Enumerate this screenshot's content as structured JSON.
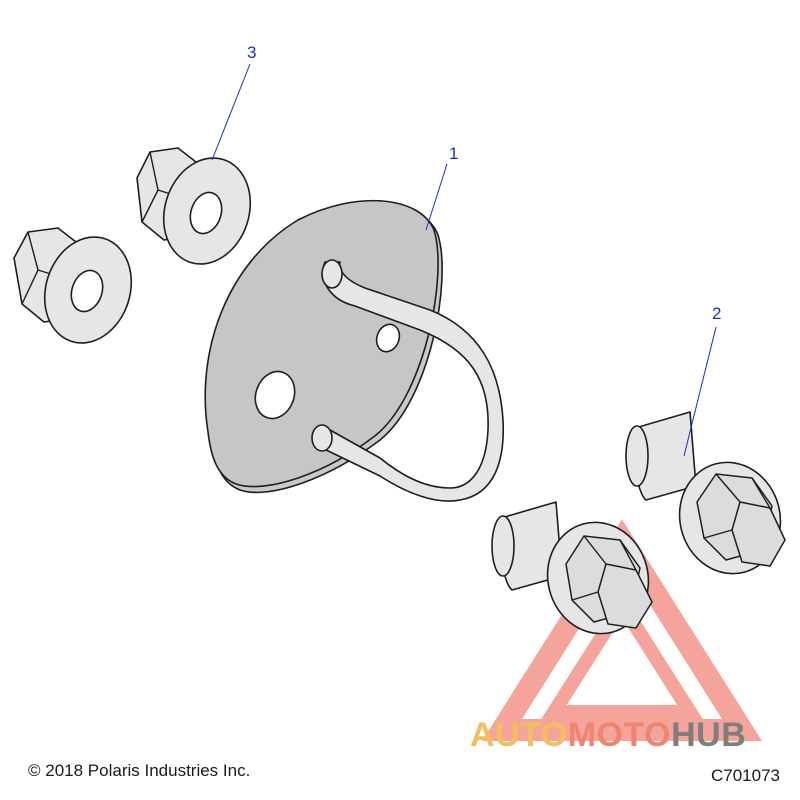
{
  "diagram": {
    "callouts": [
      {
        "id": "callout-1",
        "label": "1"
      },
      {
        "id": "callout-2",
        "label": "2"
      },
      {
        "id": "callout-3",
        "label": "3"
      }
    ],
    "copyright": "© 2018 Polaris Industries Inc.",
    "part_number": "C701073",
    "watermark": {
      "text_a": "AUTO",
      "text_b": "MOTO",
      "text_c": "HUB",
      "colors": {
        "a": "#f4bd5e",
        "b": "#f0856f",
        "c": "#7e7e7e"
      }
    },
    "colors": {
      "callout": "#1a2bd6",
      "part_fill": "#e6e6e6",
      "plate_fill": "#c6c6c6"
    }
  }
}
